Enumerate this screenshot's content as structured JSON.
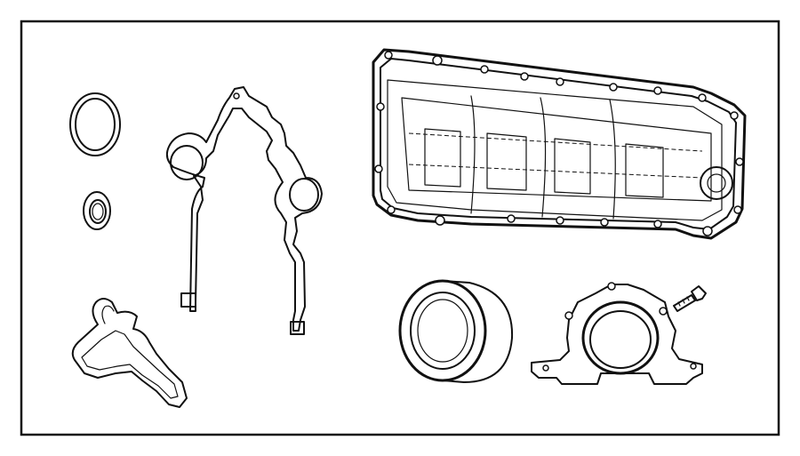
{
  "diagram": {
    "background": "#ffffff",
    "line_color": "#111111",
    "parts": [
      "large-o-ring",
      "small-seal-ring",
      "timing-cover-gasket",
      "water-pump-gasket",
      "oil-pan-gasket",
      "rear-main-seal",
      "rear-main-seal-retainer",
      "bolt"
    ]
  }
}
